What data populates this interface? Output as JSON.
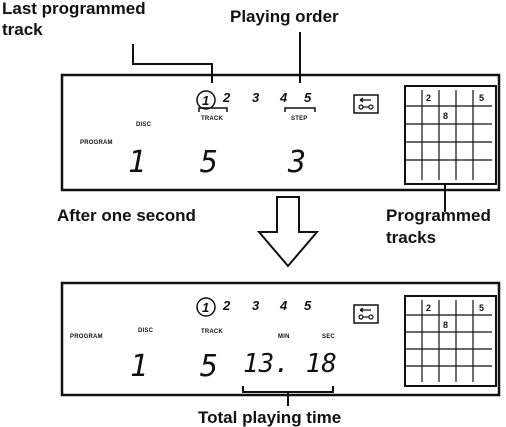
{
  "labels": {
    "last_programmed_track": [
      "Last programmed",
      "track"
    ],
    "playing_order": "Playing order",
    "after_one_second": "After one second",
    "programmed_tracks": [
      "Programmed",
      "tracks"
    ],
    "total_playing_time": "Total playing time"
  },
  "display_top": {
    "program": "PROGRAM",
    "disc_label": "DISC",
    "disc_value": "1",
    "track_label": "TRACK",
    "track_value": "5",
    "step_label": "STEP",
    "step_value": "3",
    "track_numbers": [
      "1",
      "2",
      "3",
      "4",
      "5"
    ],
    "grid_numbers": [
      "2",
      "5",
      "8"
    ]
  },
  "display_bottom": {
    "program": "PROGRAM",
    "disc_label": "DISC",
    "disc_value": "1",
    "track_label": "TRACK",
    "track_value": "5",
    "min_label": "MIN",
    "sec_label": "SEC",
    "time_value": "13. 18",
    "track_numbers": [
      "1",
      "2",
      "3",
      "4",
      "5"
    ],
    "grid_numbers": [
      "2",
      "5",
      "8"
    ]
  }
}
